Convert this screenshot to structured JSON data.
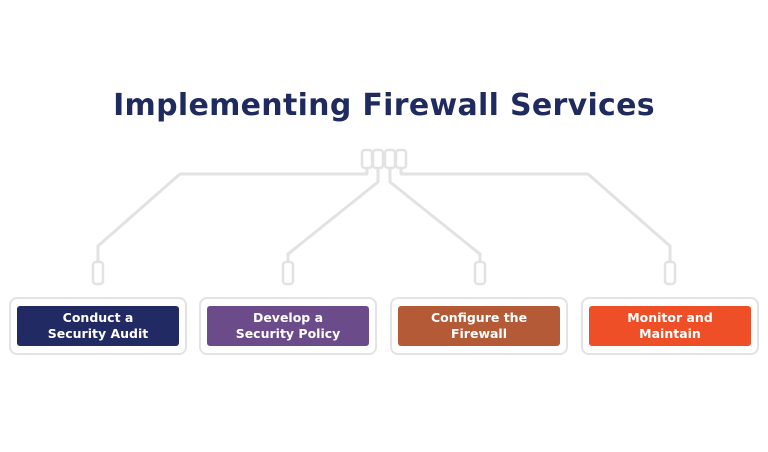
{
  "title": "Implementing Firewall Services",
  "steps": [
    {
      "label": "Conduct a\nSecurity Audit",
      "color": "#222a63"
    },
    {
      "label": "Develop a\nSecurity Policy",
      "color": "#6c4b8b"
    },
    {
      "label": "Configure the\nFirewall",
      "color": "#b55a36"
    },
    {
      "label": "Monitor and\nMaintain",
      "color": "#ee4f27"
    }
  ],
  "colors": {
    "title": "#1f2a5e",
    "connector": "#e2e2e2"
  }
}
